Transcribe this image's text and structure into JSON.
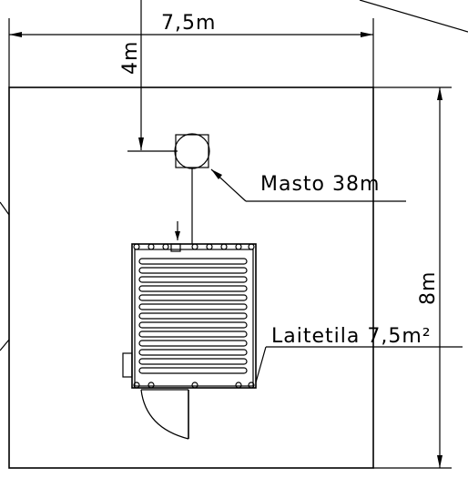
{
  "drawing": {
    "width_dim": "7,5m",
    "height_dim": "8m",
    "offset_dim": "4m",
    "mast_label": "Masto 38m",
    "room_label": "Laitetila 7,5m²"
  }
}
